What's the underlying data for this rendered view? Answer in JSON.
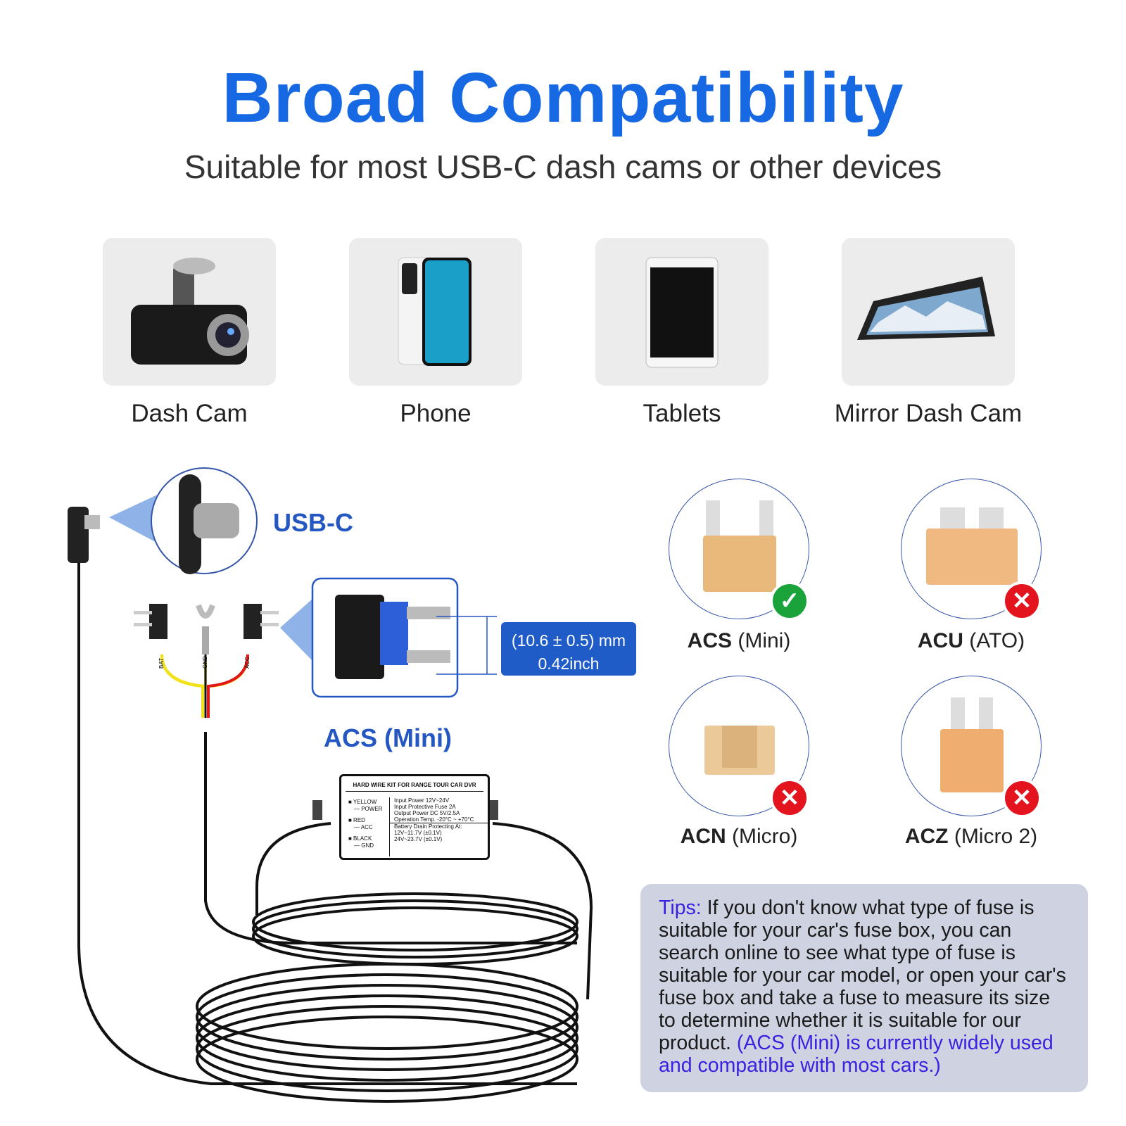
{
  "header": {
    "title": "Broad Compatibility",
    "subtitle": "Suitable for most USB-C dash cams or other devices"
  },
  "devices": [
    {
      "label": "Dash Cam",
      "icon": "dash-cam-image"
    },
    {
      "label": "Phone",
      "icon": "phone-image"
    },
    {
      "label": "Tablets",
      "icon": "tablet-image"
    },
    {
      "label": "Mirror Dash Cam",
      "icon": "mirror-dash-cam-image"
    }
  ],
  "cable": {
    "connector_label": "USB-C",
    "fuse_tap_label": "ACS (Mini)",
    "dimension_line1": "(10.6 ± 0.5) mm",
    "dimension_line2": "0.42inch",
    "wire_tags": [
      "BAT",
      "GND",
      "ACC"
    ],
    "wire_colors": {
      "bat": "#f2e21c",
      "gnd": "#111111",
      "acc": "#e01818"
    }
  },
  "label_box": {
    "heading": "HARD WIRE KIT FOR RANGE TOUR CAR DVR",
    "wires": [
      "■ YELLOW",
      "— POWER",
      "■ RED",
      "— ACC",
      "■ BLACK",
      "— GND"
    ],
    "specs": [
      "Input Power 12V~24V",
      "Input Protective Fuse  2A",
      "Output Power DC   5V/2.5A",
      "Operation Temp.  -20°C ~ +70°C"
    ],
    "drain": [
      "Battery Drain Protecting At:",
      "12V~11.7V (±0.1V)",
      "24V~23.7V (±0.1V)"
    ]
  },
  "fuses": [
    {
      "code": "ACS",
      "name": "(Mini)",
      "compatible": true
    },
    {
      "code": "ACU",
      "name": "(ATO)",
      "compatible": false
    },
    {
      "code": "ACN",
      "name": "(Micro)",
      "compatible": false
    },
    {
      "code": "ACZ",
      "name": "(Micro 2)",
      "compatible": false
    }
  ],
  "tips": {
    "prefix": "Tips:",
    "body": " If you don't know what type of fuse is suitable for your car's fuse box, you can search online to see what type of fuse is suitable for your car model, or open your car's fuse box and take a fuse to measure its size to determine whether it is suitable for our product. ",
    "highlight": "(ACS (Mini) is currently widely used and compatible with most cars.)"
  },
  "colors": {
    "title": "#1668e3",
    "accent": "#2457c2",
    "ok": "#1aa33a",
    "bad": "#e3141e",
    "tips_bg": "#cfd3e1",
    "tips_highlight": "#3c1fe0"
  }
}
